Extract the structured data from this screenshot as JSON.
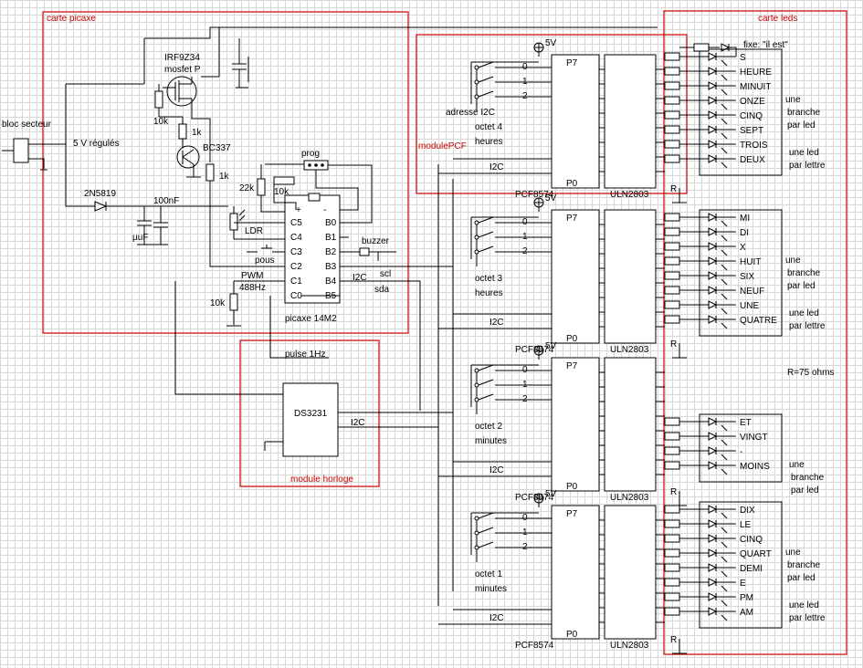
{
  "frames": {
    "carte_picaxe": "carte picaxe",
    "carte_leds": "carte leds",
    "module_pcf": "modulePCF",
    "module_horloge": "module horloge"
  },
  "power": {
    "bloc_secteur": "bloc secteur",
    "regulated": "5 V régulés",
    "diode": "2N5819",
    "cap_100n": "100nF",
    "cap_uF": "µuF"
  },
  "transistors": {
    "mosfet_part": "IRF9Z34",
    "mosfet_type": "mosfet P",
    "npn": "BC337",
    "r_10k_gate": "10k",
    "r_1k_a": "1k",
    "r_1k_b": "1k"
  },
  "picaxe": {
    "prog": "prog",
    "r22k": "22k",
    "r10k": "10k",
    "plus": "+",
    "minus": "-",
    "ldr": "LDR",
    "pous": "pous",
    "pwm": "PWM",
    "pwm_freq": "488Hz",
    "r10k_bottom": "10k",
    "buzzer": "buzzer",
    "i2c": "I2C",
    "scl": "scl",
    "sda": "sda",
    "part": "picaxe 14M2",
    "left_pins": [
      "C5",
      "C4",
      "C3",
      "C2",
      "C1",
      "C0"
    ],
    "right_pins": [
      "B0",
      "B1",
      "B2",
      "B3",
      "B4",
      "B5"
    ]
  },
  "horloge": {
    "pulse": "pulse 1Hz",
    "chip": "DS3231",
    "i2c": "I2C"
  },
  "pcf_common": {
    "supply": "5V",
    "addr_bits": [
      "0",
      "1",
      "2"
    ],
    "p7": "P7",
    "p0": "P0",
    "i2c": "I2C",
    "pcf": "PCF8574",
    "uln": "ULN2803",
    "r": "R"
  },
  "pcf_modules": [
    {
      "octet": "octet 4",
      "role": "heures",
      "extra": "adresse I2C"
    },
    {
      "octet": "octet 3",
      "role": "heures",
      "extra": ""
    },
    {
      "octet": "octet 2",
      "role": "minutes",
      "extra": ""
    },
    {
      "octet": "octet 1",
      "role": "minutes",
      "extra": ""
    }
  ],
  "leds": {
    "fixe": "fixe: \"il est\"",
    "words": [
      [
        "S",
        "HEURE",
        "MINUIT",
        "ONZE",
        "CINQ",
        "SEPT",
        "TROIS",
        "DEUX"
      ],
      [
        "MI",
        "DI",
        "X",
        "HUIT",
        "SIX",
        "NEUF",
        "UNE",
        "QUATRE"
      ],
      [
        "ET",
        "VINGT",
        "-",
        "MOINS"
      ],
      [
        "DIX",
        "LE",
        "CINQ",
        "QUART",
        "DEMI",
        "E",
        "PM",
        "AM"
      ]
    ],
    "une": "une",
    "branche": "branche",
    "par_led": "par led",
    "une_led": "une led",
    "par_lettre": "par lettre",
    "resistance": "R=75 ohms"
  }
}
